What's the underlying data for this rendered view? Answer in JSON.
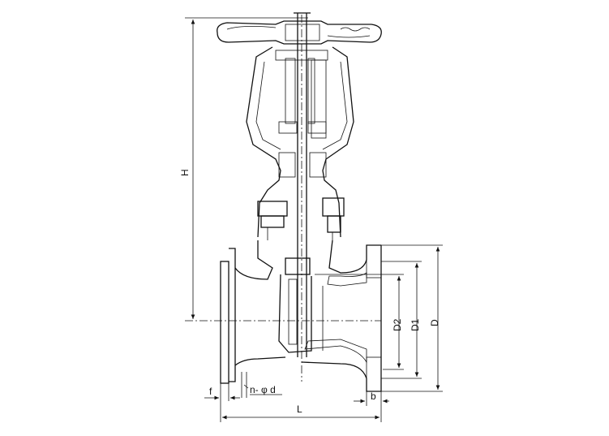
{
  "diagram": {
    "subject": "gate-valve",
    "dimension_labels": {
      "H": "H",
      "D2": "D2",
      "D1": "D1",
      "D": "D",
      "L": "L",
      "f": "f",
      "b": "b",
      "bolt_holes": "n- φ d"
    }
  }
}
